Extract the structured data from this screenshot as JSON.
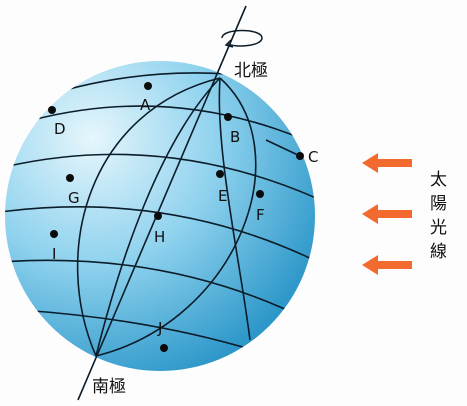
{
  "diagram": {
    "pole_labels": {
      "north": "北極",
      "south": "南極"
    },
    "sun_label": [
      "太",
      "陽",
      "光",
      "線"
    ],
    "points": [
      {
        "id": "A",
        "label": "A"
      },
      {
        "id": "B",
        "label": "B"
      },
      {
        "id": "C",
        "label": "C"
      },
      {
        "id": "D",
        "label": "D"
      },
      {
        "id": "E",
        "label": "E"
      },
      {
        "id": "F",
        "label": "F"
      },
      {
        "id": "G",
        "label": "G"
      },
      {
        "id": "H",
        "label": "H"
      },
      {
        "id": "I",
        "label": "I"
      },
      {
        "id": "J",
        "label": "J"
      }
    ],
    "colors": {
      "globe_light": "#dff2fb",
      "globe_mid": "#7fcbea",
      "globe_dark": "#1f93c7",
      "arrow": "#f26a2e",
      "lines": "#0b1d2a"
    }
  }
}
